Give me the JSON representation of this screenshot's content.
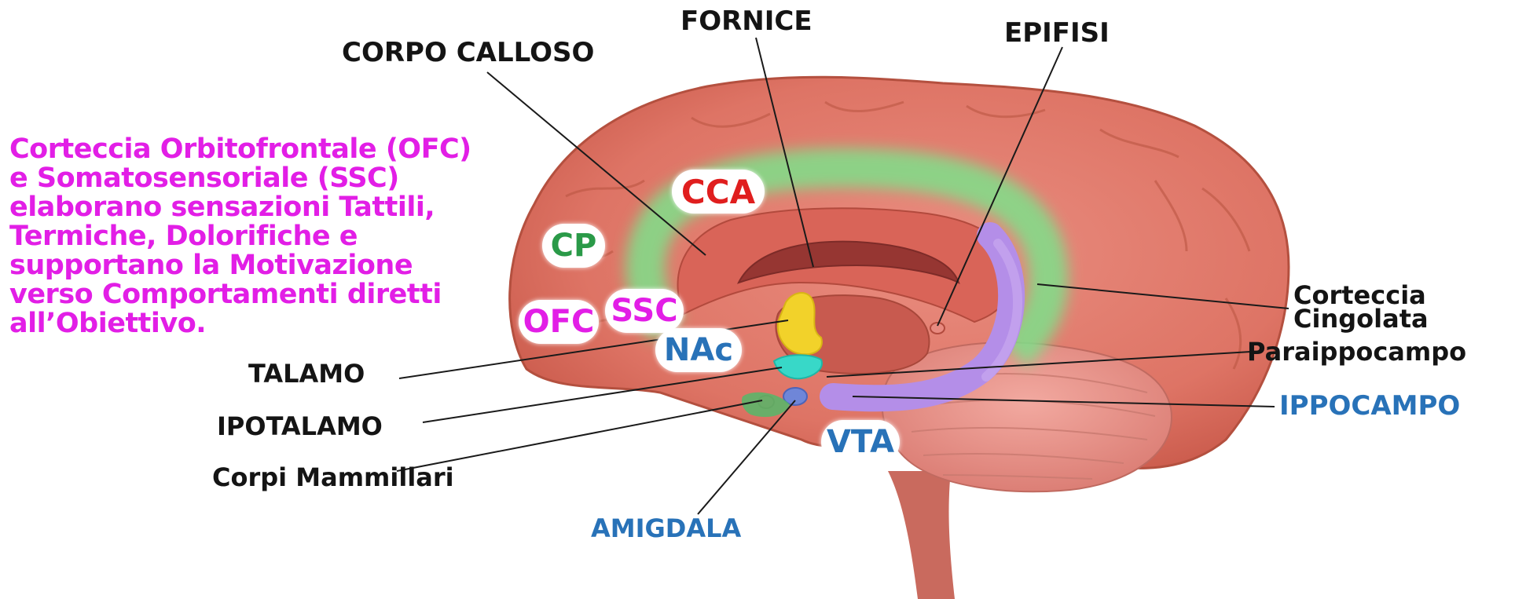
{
  "caption_lines": [
    "Corteccia Orbitofrontale (OFC)",
    "e Somatosensoriale (SSC)",
    "elaborano sensazioni Tattili,",
    "Termiche, Dolorifiche e",
    "supportano la Motivazione",
    "verso Comportamenti diretti",
    "all’Obiettivo."
  ],
  "labels": {
    "fornice": "FORNICE",
    "corpo_calloso": "CORPO CALLOSO",
    "epifisi": "EPIFISI",
    "corteccia_cingolata_1": "Corteccia",
    "corteccia_cingolata_2": "Cingolata",
    "paraippocampo": "Paraippocampo",
    "ippocampo": "IPPOCAMPO",
    "talamo": "TALAMO",
    "ipotalamo": "IPOTALAMO",
    "corpi_mammillari": "Corpi Mammillari",
    "amigdala": "AMIGDALA"
  },
  "region_tags": {
    "cca": "CCA",
    "cp": "CP",
    "ssc": "SSC",
    "ofc": "OFC",
    "nac": "NAc",
    "vta": "VTA"
  },
  "colors": {
    "caption": "#e21ee6",
    "label_black": "#141414",
    "label_blue": "#2872b8",
    "cca": "#e01e1e",
    "cp": "#2a9a48",
    "ssc_ofc": "#e21ee6",
    "nac_vta": "#2872b8",
    "cortex": "#e07f72",
    "cingulate_glow": "#86e08a",
    "hippocampus": "#b58fe6",
    "thalamus": "#f2d22a",
    "hypothalamus": "#38d8c8"
  }
}
